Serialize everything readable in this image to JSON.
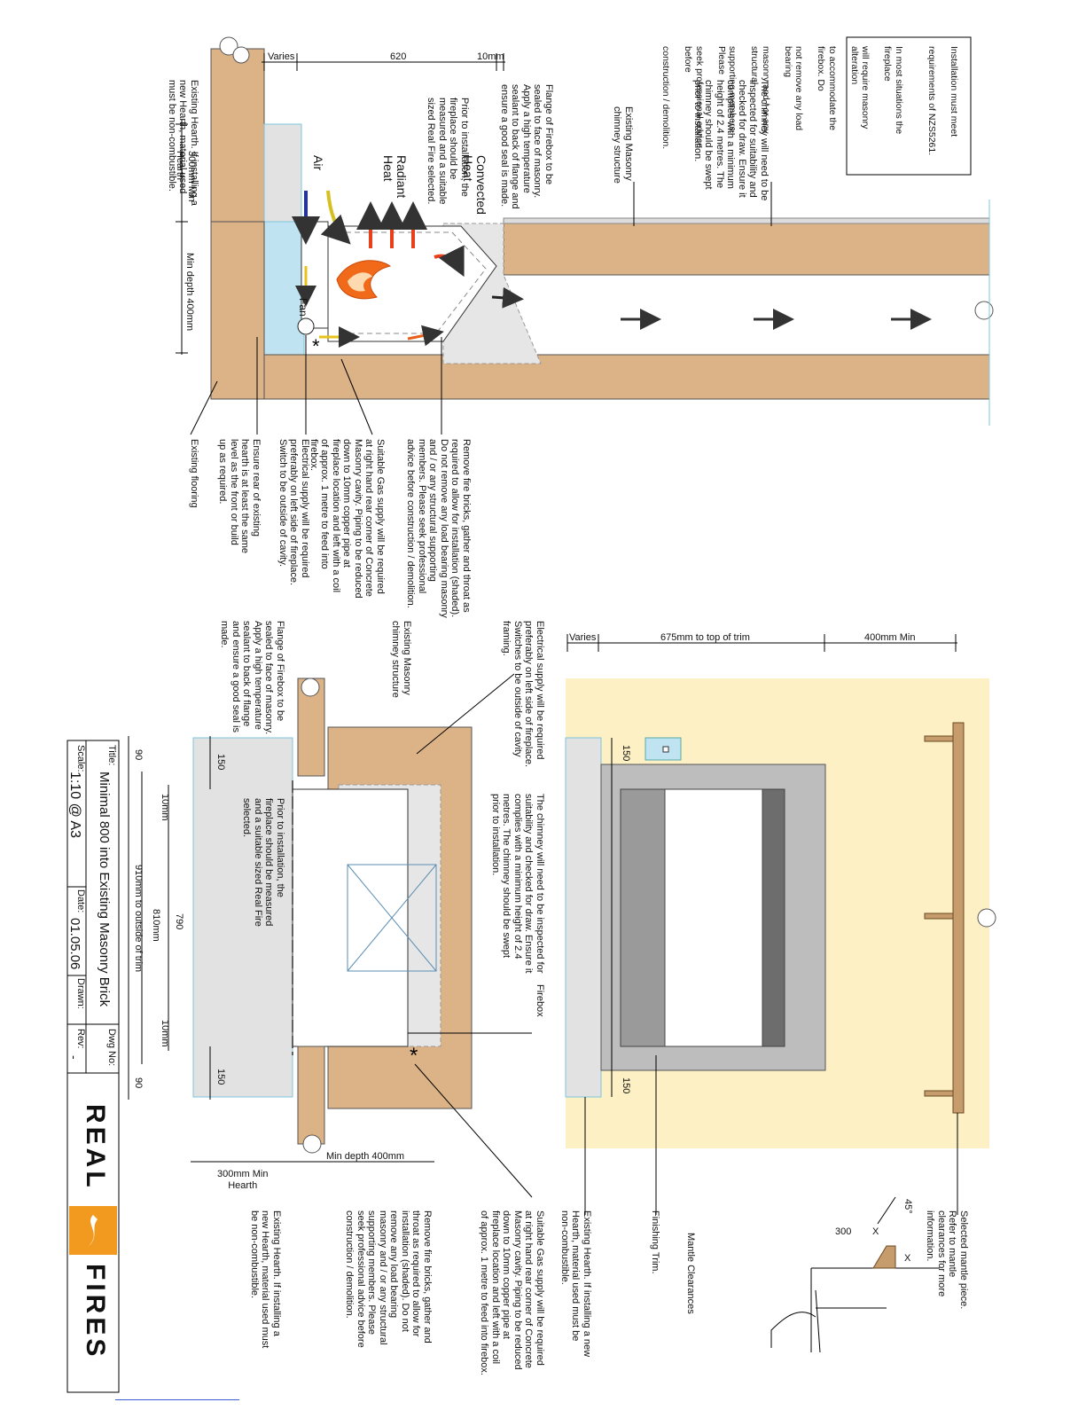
{
  "top_section": {
    "dims": {
      "varies": "Varies",
      "width": "620",
      "gap": "10mm"
    },
    "install_box": [
      "Installation must meet",
      "requirements of NZS5261.",
      "In most situations the fireplace",
      "will require masonry alteration",
      "to accommodate the firebox. Do",
      "not remove any load bearing",
      "masonry and / or any structural",
      "supporting members. Please",
      "seek professional advice before",
      "construction / demolition."
    ],
    "chimney_note": "The chimney will need to be\ninspected for suitability and\nchecked for draw. Ensure it\ncomplies with a minimum\nheight of 2.4 metres. The\nchimney should be swept\nprior to installation.",
    "masonry_label": "Existing Masonry\nchimney structure",
    "flange_note": "Flange of Firebox to be\nsealed to face of masonry.\nApply a high temperature\nsealant to back of flange and\nensure a good seal is made.",
    "prior_note": "Prior to installation, the\nfireplace should be\nmeasured and a suitable\nsized Real Fire selected.",
    "existing_hearth_note": "Existing Hearth. If installing a\nnew Hearth, material used\nmust be non-combustible.",
    "hearth_min": "300mm Min\nHearth",
    "min_depth": "Min depth 400mm",
    "convected": "Convected\nHeat",
    "radiant": "Radiant\nHeat",
    "air": "Air",
    "fan": "Fan",
    "remove_note": "Remove fire bricks, gather and throat as\nrequired to allow for installation (shaded).\nDo not remove any load bearing masonry\nand / or any structural supporting\nmembers. Please seek professional\nadvice before construction / demolition.",
    "gas_note": "Suitable Gas supply will be required\nat right hand rear corner of Concrete\nMasonry cavity. Piping to be reduced\ndown to 10mm copper pipe at\nfireplace location and left with a coil\nof approx. 1 metre to feed into\nfirebox.",
    "electrical_note": "Electrical supply will be required\npreferably on left side of fireplace.\nSwitch to be outside of cavity.",
    "rear_hearth_note": "Ensure rear of existing\nhearth is at least the same\nlevel as the front or build\nup as required.",
    "existing_flooring": "Existing flooring"
  },
  "bottom_section": {
    "dims": {
      "varies": "Varies",
      "to_trim": "675mm to top of trim",
      "mantle_min": "400mm Min",
      "side_a": "150",
      "side_b": "150"
    },
    "electrical_note": "Electrical supply will be required\npreferably on left side of fireplace.\nSwitches to be outside of cavity\nframing.",
    "chimney_note": "The chimney will need to be inspected for\nsuitability and checked for draw. Ensure it\ncomplies with a minimum height of 2.4\nmetres. The chimney should be swept\nprior to installation.",
    "firebox_label": "Firebox",
    "masonry_label": "Existing Masonry\nchimney structure",
    "flange_note": "Flange of Firebox to be\nsealed to face of masonry.\nApply a high temperature\nsealant to back of flange\nand ensure a good seal is\nmade.",
    "prior_note": "Prior to installation, the\nfireplace should be measured\nand a suitable sized Real Fire\nselected.",
    "plan_dims": {
      "d90a": "90",
      "d150a": "150",
      "d10a": "10mm",
      "d790": "790",
      "d810": "810mm",
      "d910": "910mm to outside of trim",
      "d10b": "10mm",
      "d150b": "150",
      "d90b": "90"
    },
    "hearth_min": "300mm Min\nHearth",
    "min_depth": "Min depth 400mm",
    "remove_note": "Remove fire bricks, gather and\nthroat as required to allow for\ninstallation (shaded). Do not\nremove any load bearing\nmasonry and / or any structural\nsupporting members. Please\nseek professional advice before\nconstruction / demolition.",
    "gas_note": "Suitable Gas supply will be required\nat right hand rear corner of Concrete\nMasonry cavity. Piping to be reduced\ndown to 10mm copper pipe at\nfireplace location and left with a coil\nof approx. 1 metre to feed into firebox.",
    "existing_hearth_note": "Existing Hearth. If installing a new\nHearth, material used must be\nnon-combustible.",
    "existing_hearth_note2": "Existing Hearth. If installing a\nnew Hearth, material used must\nbe non-combustible.",
    "finishing_trim": "Finishing Trim.",
    "mantle_note": "Selected mantle piece. Refer to mantle\nclearances for more information.",
    "mantle_clearances": "Mantle Clearances",
    "mc_dims": {
      "angle": "45°",
      "d300": "300",
      "x1": "X",
      "x2": "X"
    }
  },
  "title_block": {
    "title_label": "Title:",
    "title": "Minimal 800 into Existing Masonry Brick",
    "scale_label": "Scale:",
    "scale": "1:10 @ A3",
    "date_label": "Date:",
    "date": "01.05.06",
    "drawn_label": "Drawn:",
    "rev_label": "Rev:",
    "rev": "-",
    "dwg_label": "Dwg No:",
    "logo_left": "REAL",
    "logo_right": "FIRES"
  },
  "colors": {
    "brick": "#dcb287",
    "hearth_blue": "#bfe3f0",
    "grey": "#e2e2e2",
    "cream": "#fdf0c4",
    "flame": "#f06a1a",
    "air_blue": "#2233aa",
    "arrow_red": "#e8401c",
    "logo_orange": "#f29a1f"
  }
}
